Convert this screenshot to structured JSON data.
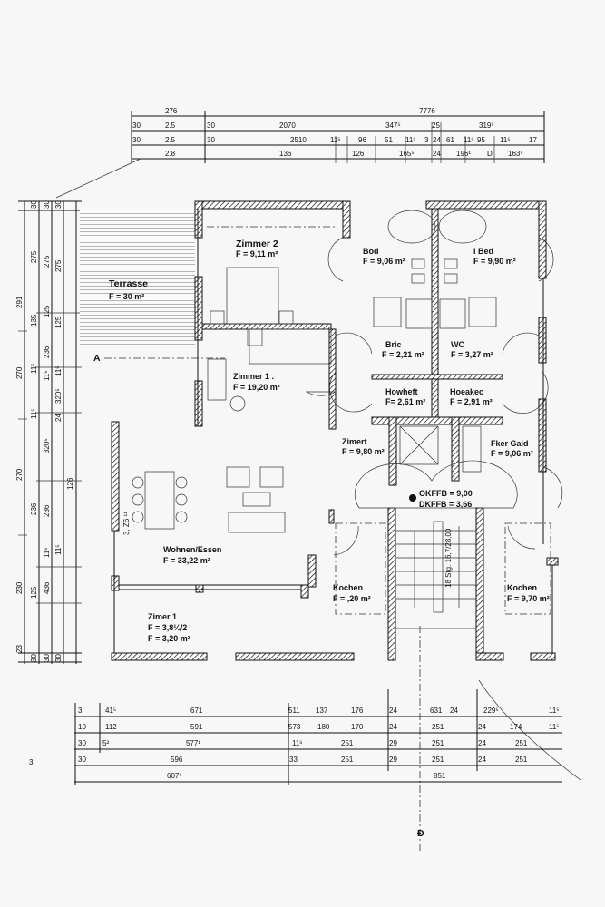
{
  "rooms": {
    "terrasse": {
      "name": "Terrasse",
      "area": "F = 30 m²"
    },
    "zimmer2": {
      "name": "Zimmer 2",
      "area": "F = 9,11 m²"
    },
    "zimmer1_top": {
      "name": "Zimmer 1 .",
      "area": "F = 19,20 m²"
    },
    "bad_left": {
      "name": "Bod",
      "area": "F = 9,06 m²"
    },
    "bad_right": {
      "name": "I Bed",
      "area": "F = 9,90 m²"
    },
    "bad_small": {
      "name": "Bric",
      "area": "F = 2,21 m²"
    },
    "wc": {
      "name": "WC",
      "area": "F = 3,27 m²"
    },
    "hw_left": {
      "name": "Howheft",
      "area": "F= 2,61 m²"
    },
    "hw_right": {
      "name": "Hoeakec",
      "area": "F = 2,91 m²"
    },
    "zimmer_mid": {
      "name": "Zimert",
      "area": "F = 9,80 m²"
    },
    "zimmer_right": {
      "name": "Fker Gaid",
      "area": "F = 9,06 m²"
    },
    "wohnen": {
      "name": "Wohnen/Essen",
      "area": "F = 33,22 m²"
    },
    "zimer1_bottom": {
      "name": "Zimer 1",
      "area": "F = 3,8¼/2",
      "area2": "F = 3,20 m²"
    },
    "kochen_left": {
      "name": "Kochen",
      "area": "F = ,20 m²"
    },
    "kochen_right": {
      "name": "Kochen",
      "area": "F = 9,70 m²"
    }
  },
  "levels": {
    "okffb": "OKFFB = 9,00",
    "dkffb": "DKFFB = 3,66"
  },
  "stair_label": "18 Stg. 16,7/28,00",
  "section_marker": "A",
  "side_note": "3, Z6 ¹¹",
  "margin_mark": "3",
  "top_dims": [
    [
      "276",
      "7776"
    ],
    [
      "30",
      "2.5",
      "30",
      "2070",
      "347⁵",
      "25",
      "319⁵"
    ],
    [
      "30",
      "2.5",
      "30",
      "2510",
      "11⁵",
      "96",
      "51",
      "11⁵",
      "3",
      "24",
      "61",
      "11⁵",
      "95",
      "11⁵",
      "17"
    ],
    [
      "2.8",
      "136",
      "126",
      "165⁵",
      "24",
      "196¹",
      "D",
      "163⁵"
    ]
  ],
  "bottom_dims": [
    [
      "3",
      "41⁵",
      "671",
      "511",
      "137",
      "176",
      "24",
      "631",
      "24",
      "229⁵",
      "11⁵"
    ],
    [
      "10",
      "112",
      "591",
      "573",
      "180",
      "170",
      "24",
      "251",
      "24",
      "174",
      "11⁵"
    ],
    [
      "30",
      "5²",
      "577¹",
      "11⁶",
      "251",
      "29",
      "251",
      "24",
      "251"
    ],
    [
      "30",
      "596",
      "33",
      "251",
      "29",
      "251",
      "24",
      "251"
    ],
    [
      "607⁵",
      "851"
    ]
  ],
  "left_dims": {
    "outer": [
      "291",
      "270",
      "270",
      "230",
      "23"
    ],
    "col2": [
      "30",
      "275",
      "135",
      "11⁵",
      "11⁵",
      "236",
      "125",
      "30"
    ],
    "col3": [
      "30",
      "275",
      "125",
      "236",
      "11⁵",
      "320⁵",
      "236",
      "11⁵",
      "436",
      "30"
    ],
    "col4": [
      "30",
      "275",
      "125",
      "11⁵",
      "320⁵",
      "24",
      "126",
      "11⁵",
      "30"
    ]
  }
}
